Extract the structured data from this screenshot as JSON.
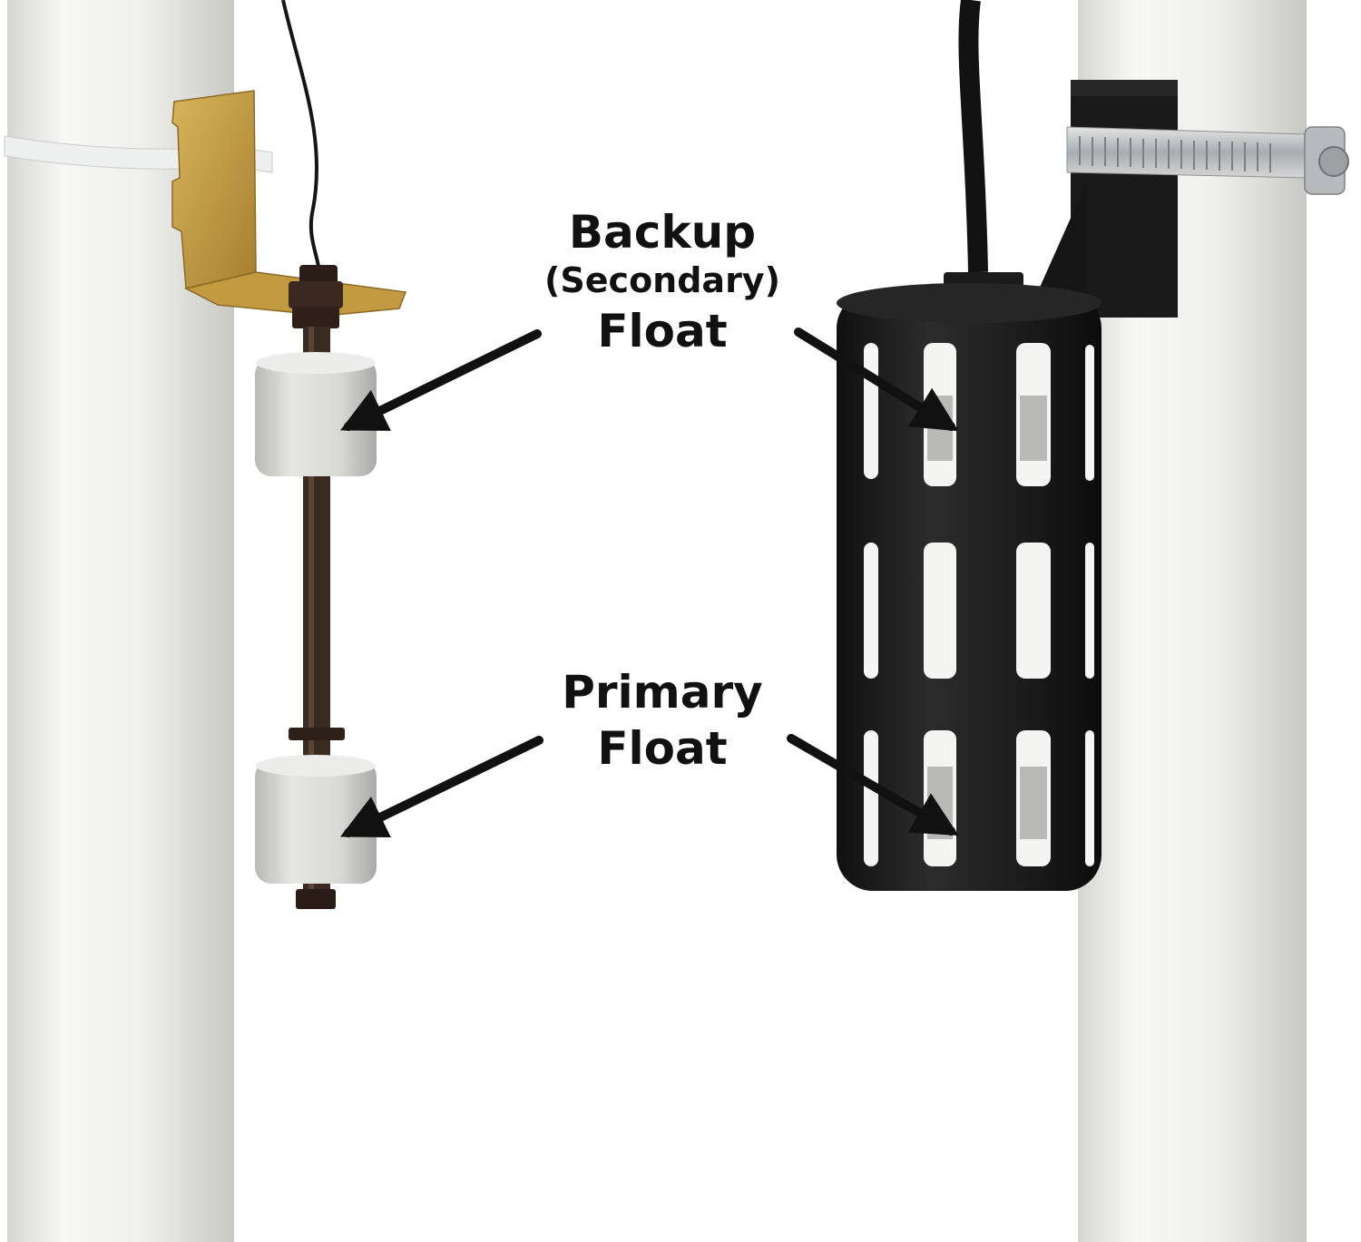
{
  "labels": {
    "backup": {
      "line1": "Backup",
      "line2": "(Secondary)",
      "line3": "Float"
    },
    "primary": {
      "line1": "Primary",
      "line2": "Float"
    }
  },
  "colors": {
    "pipe": "#f2f2f0",
    "pipe_shadow": "#cfcfcc",
    "brass_bracket": "#c9a24a",
    "rod": "#3a2a22",
    "float_foam": "#d9d9d6",
    "cage": "#1e1e1e",
    "clamp_steel": "#bfc2c4",
    "arrow": "#111111",
    "text": "#111111"
  }
}
